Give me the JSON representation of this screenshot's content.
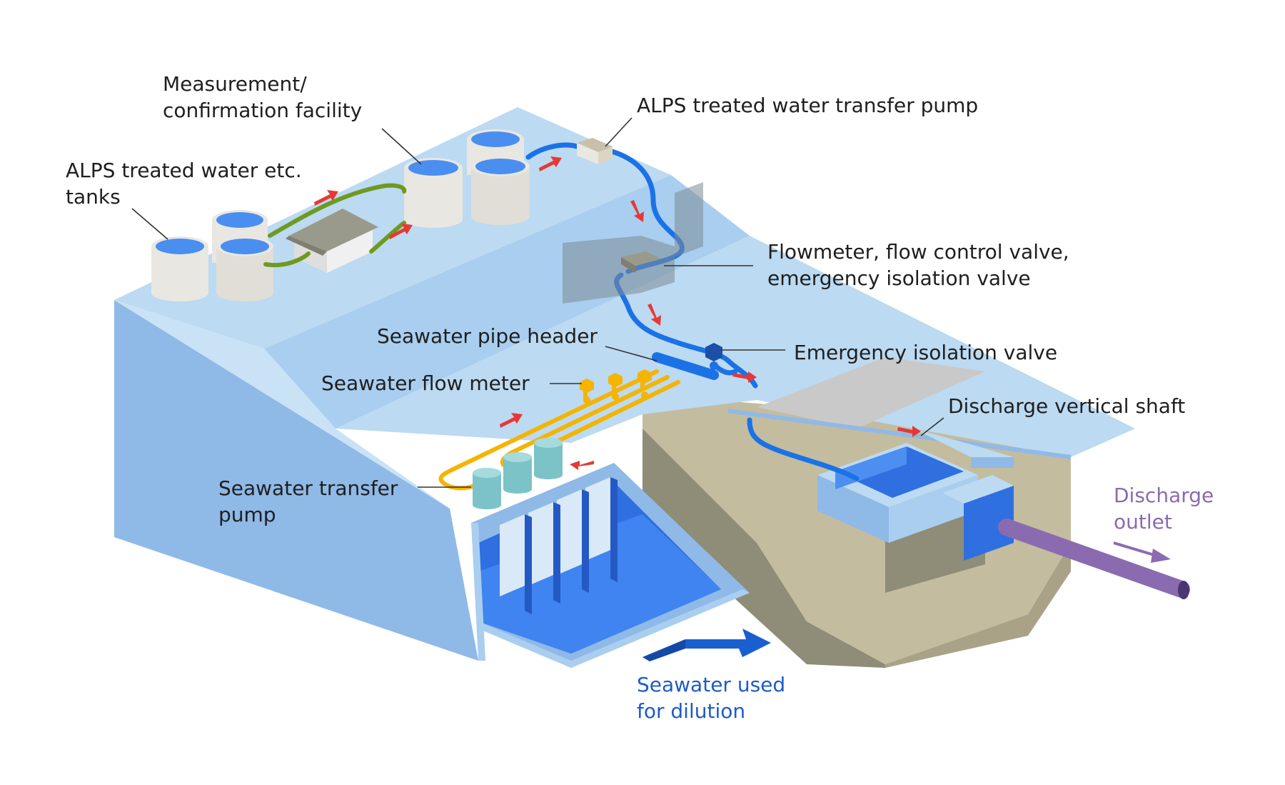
{
  "labels": {
    "tanks": [
      "ALPS treated water etc.",
      "tanks"
    ],
    "measurement": [
      "Measurement/",
      "confirmation facility"
    ],
    "transfer_pump": "ALPS treated water transfer pump",
    "flowmeter": [
      "Flowmeter, flow control valve,",
      "emergency isolation valve"
    ],
    "pipe_header": "Seawater pipe header",
    "isolation_valve": "Emergency isolation valve",
    "flow_meter": "Seawater flow meter",
    "shaft": "Discharge vertical shaft",
    "seawater_pump": [
      "Seawater transfer",
      "pump"
    ],
    "discharge_outlet": [
      "Discharge",
      "outlet"
    ],
    "dilution": [
      "Seawater used",
      "for dilution"
    ]
  },
  "colors": {
    "platform_top": "#bcdaf1",
    "platform_side": "#8fb9e7",
    "water": "#2f6fe0",
    "pipe_blue": "#1a72e6",
    "pipe_green": "#6e9a1f",
    "pipe_yellow": "#f4b400",
    "flow_arrow": "#e53935",
    "discharge_pipe": "#8a6bb0",
    "concrete": "#c4bc9f",
    "concrete_dark": "#8f8c78",
    "dilution_text": "#1e5bc6",
    "outlet_text": "#8a6bb0"
  },
  "icons": {
    "flow_arrow": "red-arrow-icon",
    "inflow_arrow": "blue-arrow-icon",
    "outflow_arrow": "purple-arrow-icon"
  }
}
